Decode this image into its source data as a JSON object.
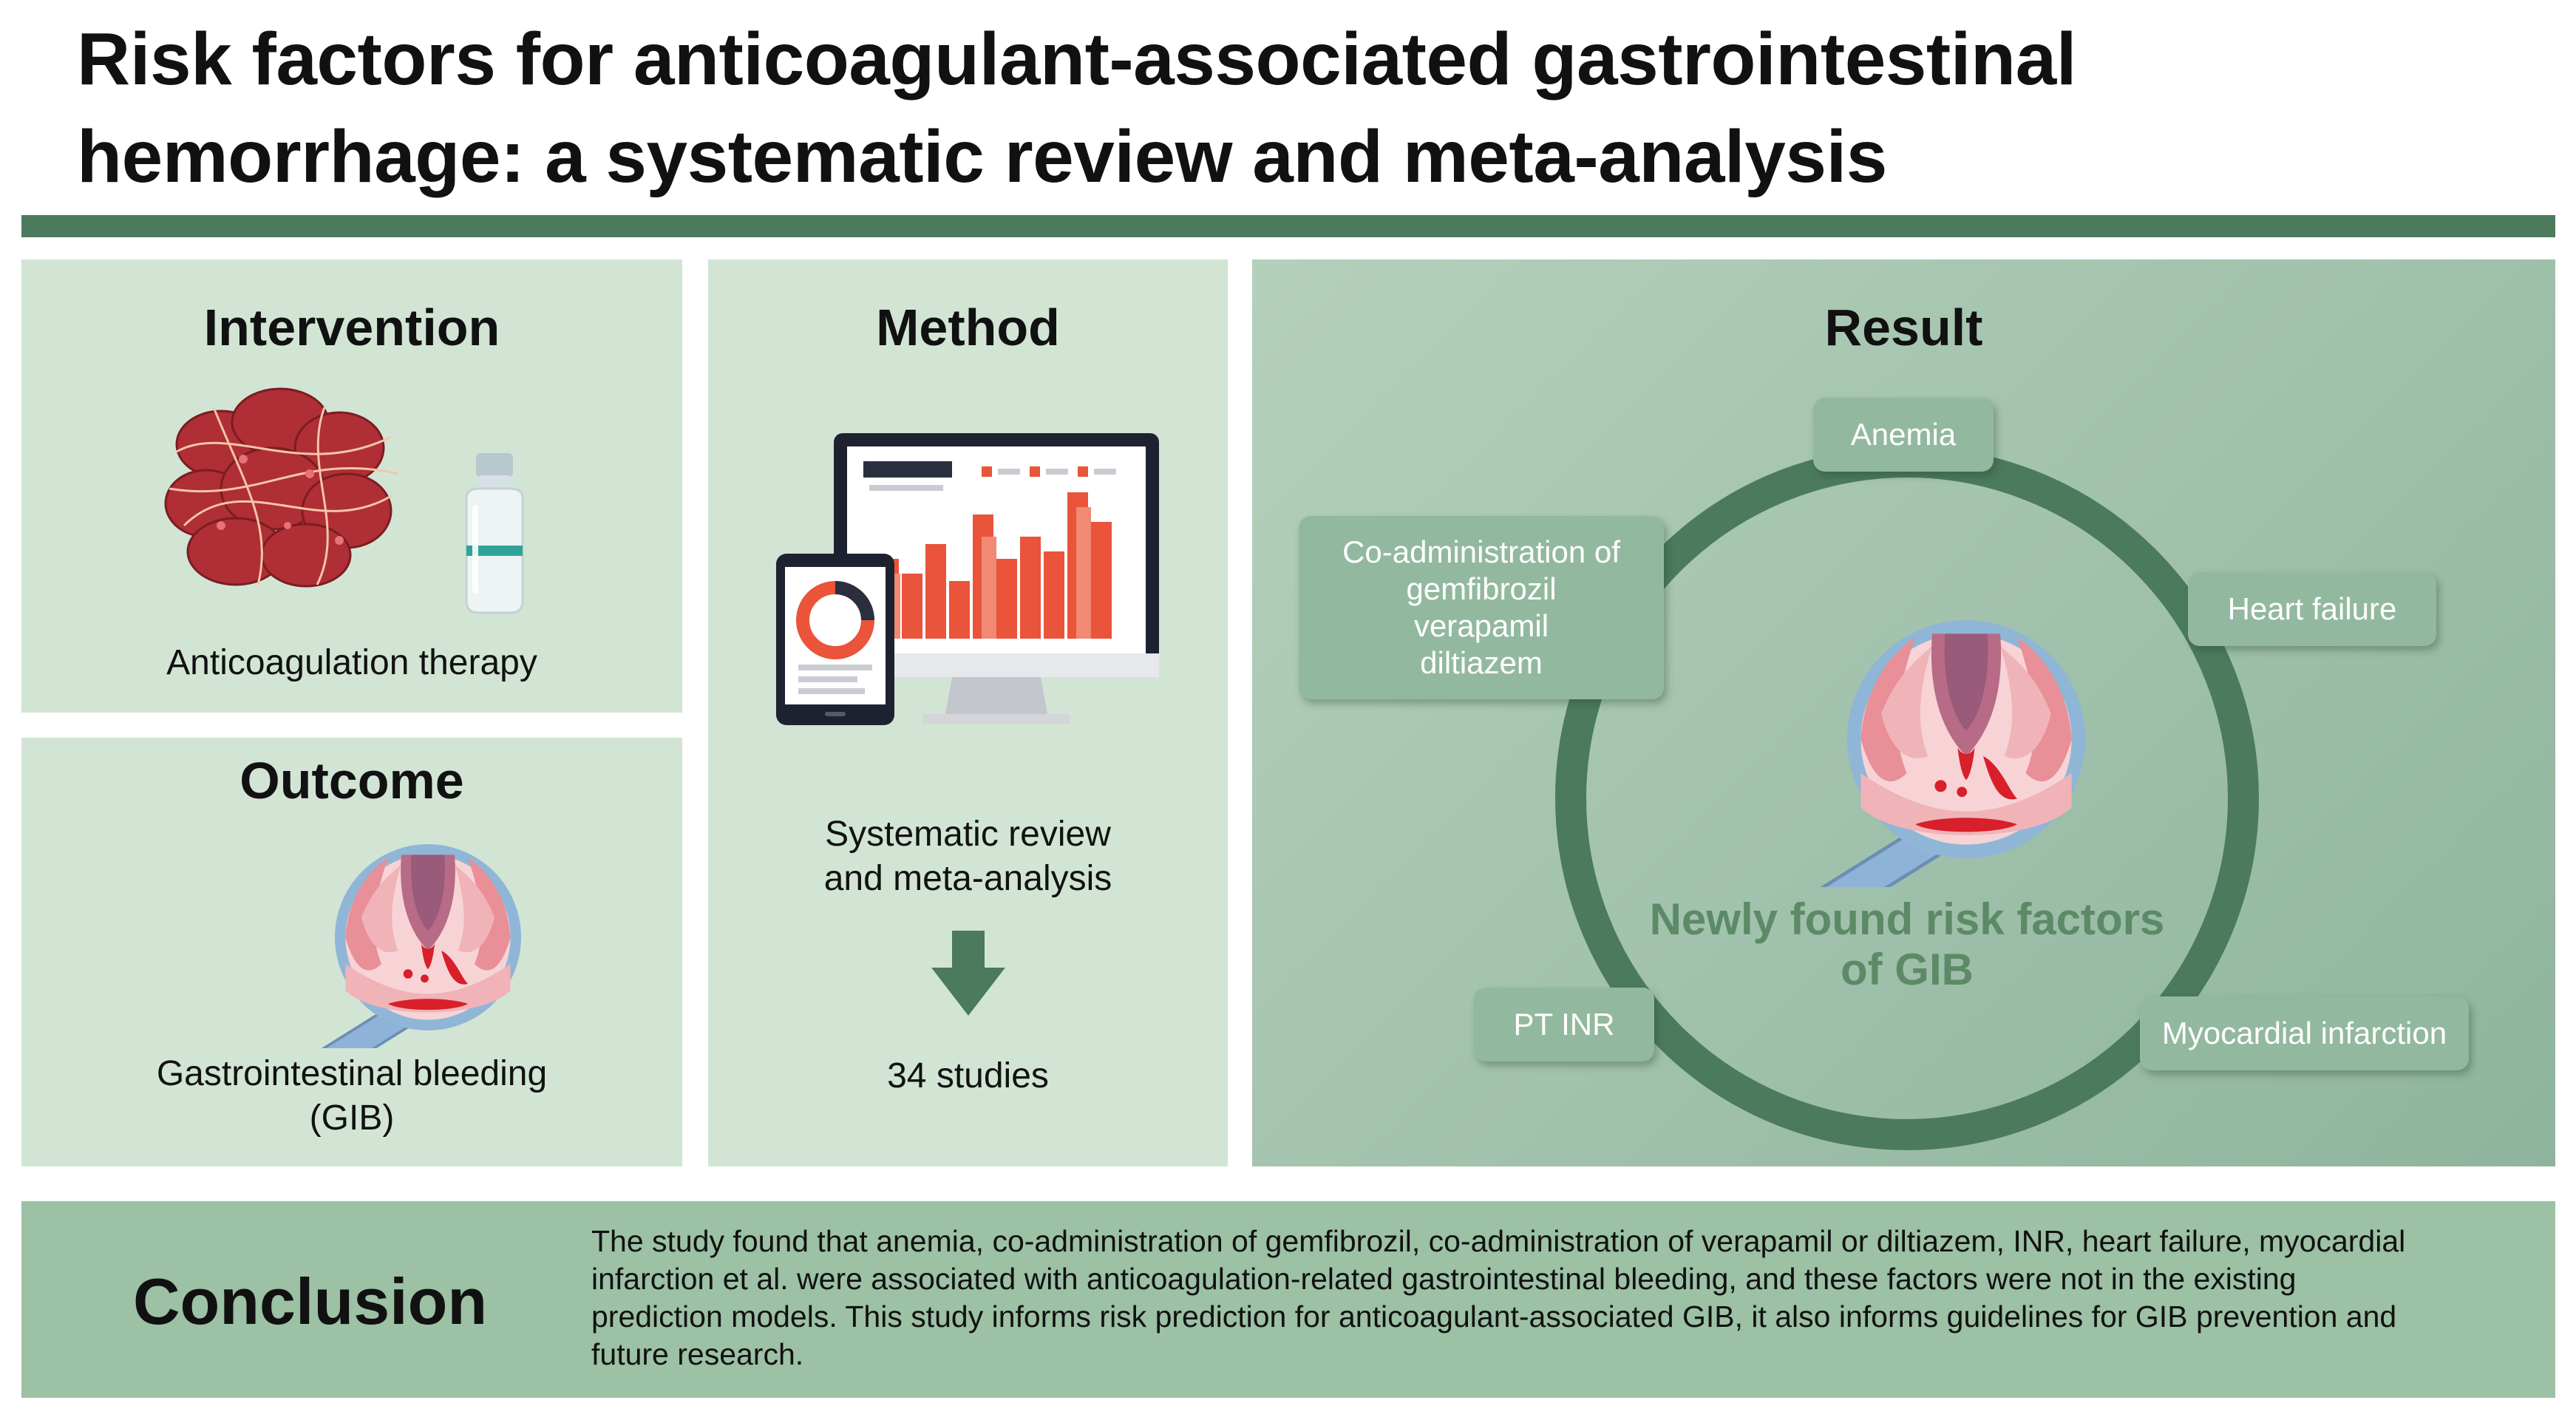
{
  "header": {
    "title_line1": "Risk factors for anticoagulant-associated gastrointestinal",
    "title_line2": "hemorrhage: a systematic review and meta-analysis"
  },
  "intervention": {
    "heading": "Intervention",
    "caption": "Anticoagulation therapy"
  },
  "outcome": {
    "heading": "Outcome",
    "caption_line1": "Gastrointestinal bleeding",
    "caption_line2": "(GIB)"
  },
  "method": {
    "heading": "Method",
    "caption_line1": "Systematic review",
    "caption_line2": "and meta-analysis",
    "count": "34 studies"
  },
  "result": {
    "heading": "Result",
    "center_line1": "Newly found risk factors",
    "center_line2": "of GIB",
    "factors": {
      "anemia": "Anemia",
      "heart_failure": "Heart failure",
      "myocardial_infarction": "Myocardial infarction",
      "pt_inr": "PT INR",
      "coadmin_line1": "Co-administration of",
      "coadmin_line2": "gemfibrozil",
      "coadmin_line3": "verapamil",
      "coadmin_line4": "diltiazem"
    }
  },
  "conclusion": {
    "heading": "Conclusion",
    "line1": "The study found that anemia, co-administration of gemfibrozil, co-administration of verapamil or diltiazem, INR, heart failure, myocardial",
    "line2": "infarction et al. were associated with anticoagulation-related gastrointestinal bleeding, and these factors were not in the existing",
    "line3": "prediction models. This study informs risk prediction for anticoagulant-associated GIB, it also informs guidelines for GIB prevention and",
    "line4": "future research."
  },
  "colors": {
    "panel_light": "#d2e5d5",
    "panel_result": "#a6c6b0",
    "accent_green": "#4b7a5c",
    "chart_red": "#e9543b",
    "blood_red": "#d81f2a"
  },
  "icons": [
    "blood-clot-icon",
    "vial-icon",
    "monitor-chart-icon",
    "tablet-donut-icon",
    "arrow-down-icon",
    "magnifier-colon-icon"
  ]
}
